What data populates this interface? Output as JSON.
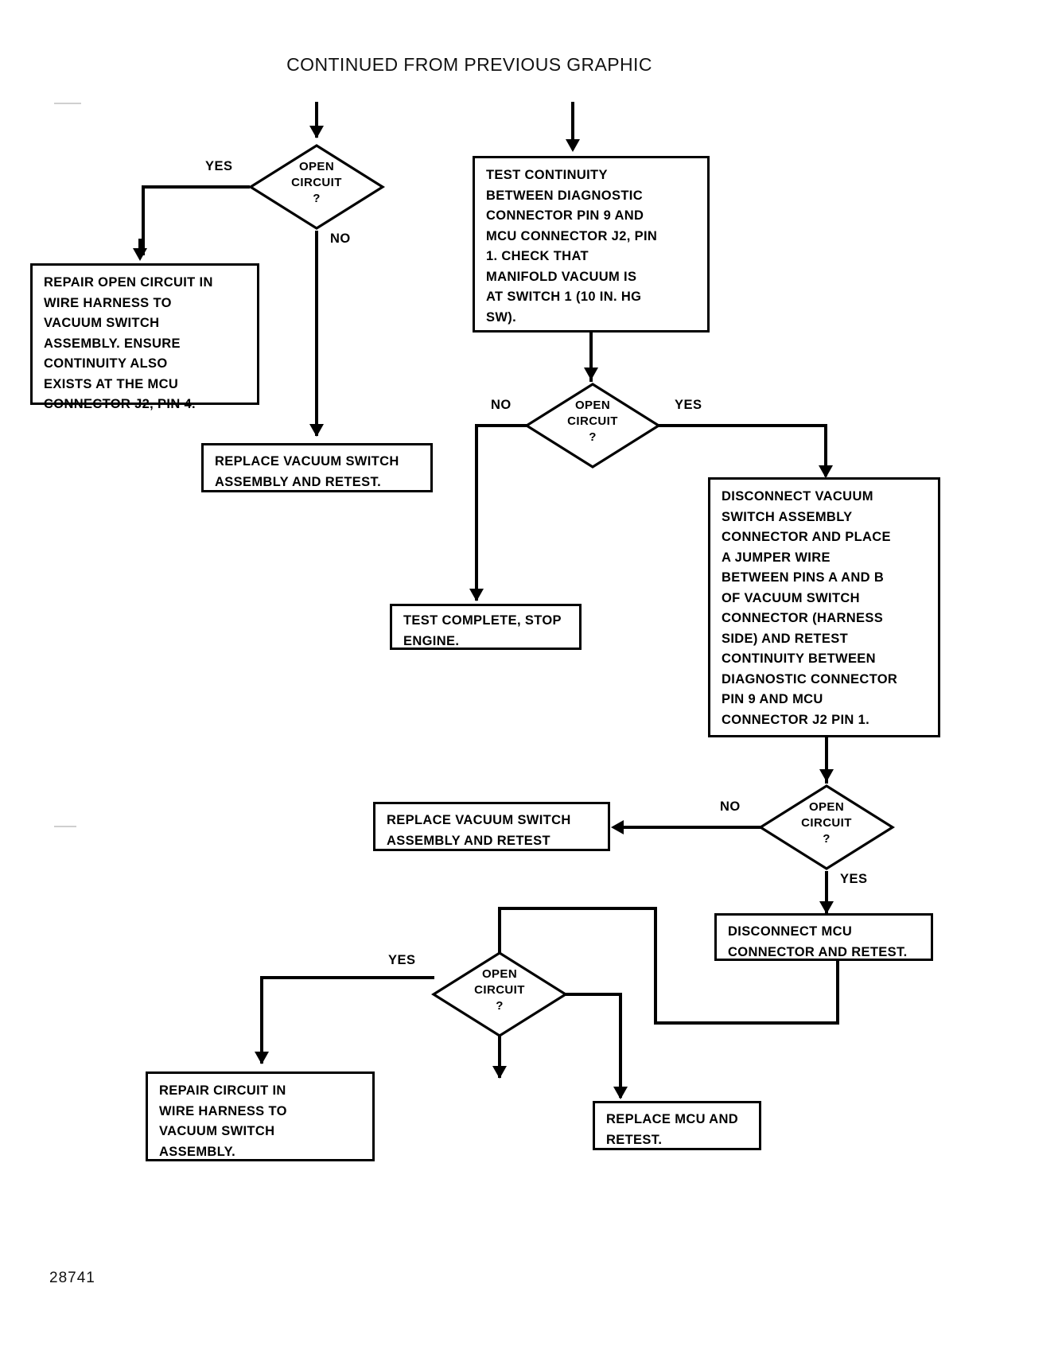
{
  "diagram": {
    "title": "CONTINUED FROM PREVIOUS GRAPHIC",
    "figure_number": "28741",
    "type": "flowchart",
    "nodes": {
      "d1": {
        "kind": "decision",
        "text": "OPEN\nCIRCUIT\n?"
      },
      "b_repair_open": {
        "kind": "process",
        "text": "REPAIR OPEN CIRCUIT IN\nWIRE HARNESS TO\nVACUUM SWITCH\nASSEMBLY. ENSURE\nCONTINUITY ALSO\nEXISTS AT THE MCU\nCONNECTOR J2, PIN 4."
      },
      "b_replace_vsa_1": {
        "kind": "process",
        "text": "REPLACE VACUUM SWITCH\nASSEMBLY AND RETEST."
      },
      "b_test_continuity": {
        "kind": "process",
        "text": "TEST CONTINUITY\nBETWEEN DIAGNOSTIC\nCONNECTOR PIN 9 AND\nMCU CONNECTOR J2, PIN\n1. CHECK THAT\nMANIFOLD VACUUM IS\nAT SWITCH 1 (10 IN. HG\nSW)."
      },
      "d2": {
        "kind": "decision",
        "text": "OPEN\nCIRCUIT\n?"
      },
      "b_test_complete": {
        "kind": "process",
        "text": "TEST COMPLETE, STOP\nENGINE."
      },
      "b_disconnect_vsa": {
        "kind": "process",
        "text": "DISCONNECT VACUUM\nSWITCH ASSEMBLY\nCONNECTOR AND PLACE\nA JUMPER WIRE\nBETWEEN PINS A AND B\nOF VACUUM SWITCH\nCONNECTOR (HARNESS\nSIDE) AND RETEST\nCONTINUITY BETWEEN\nDIAGNOSTIC CONNECTOR\nPIN 9 AND MCU\nCONNECTOR J2 PIN 1."
      },
      "d3": {
        "kind": "decision",
        "text": "OPEN\nCIRCUIT\n?"
      },
      "b_replace_vsa_2": {
        "kind": "process",
        "text": "REPLACE VACUUM SWITCH\nASSEMBLY AND RETEST"
      },
      "b_disconnect_mcu": {
        "kind": "process",
        "text": "DISCONNECT MCU\nCONNECTOR AND RETEST."
      },
      "d4": {
        "kind": "decision",
        "text": "OPEN\nCIRCUIT\n?"
      },
      "b_repair_circuit": {
        "kind": "process",
        "text": "REPAIR CIRCUIT IN\nWIRE HARNESS TO\nVACUUM SWITCH\nASSEMBLY."
      },
      "b_replace_mcu": {
        "kind": "process",
        "text": "REPLACE MCU AND\nRETEST."
      }
    },
    "edge_labels": {
      "d1_yes": "YES",
      "d1_no": "NO",
      "d2_no": "NO",
      "d2_yes": "YES",
      "d3_no": "NO",
      "d3_yes": "YES",
      "d4_yes": "YES"
    }
  }
}
